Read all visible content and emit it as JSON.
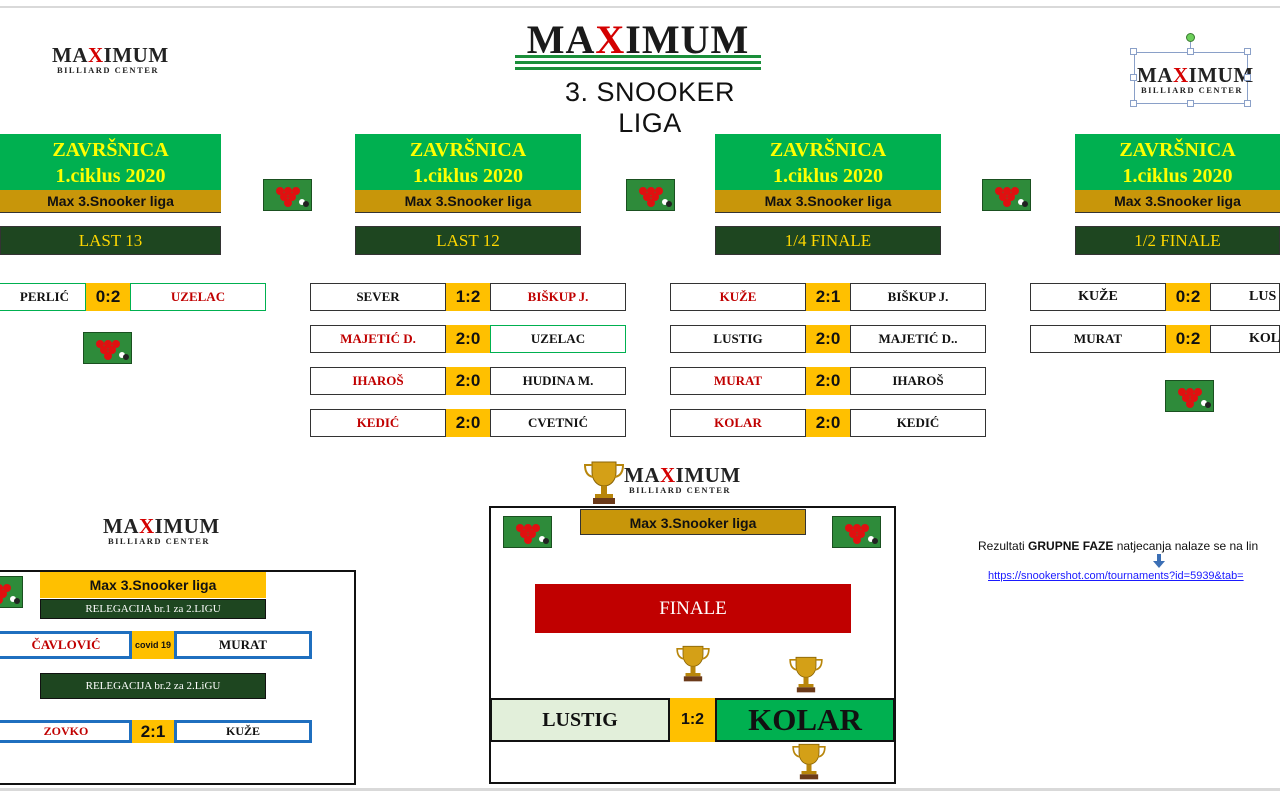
{
  "logo": {
    "brand_pre": "MA",
    "brand_x": "X",
    "brand_post": "IMUM",
    "sub": "BILLIARD CENTER"
  },
  "league_title": "3. SNOOKER LIGA",
  "header": {
    "line1": "ZAVRŠNICA",
    "line2": "1.ciklus 2020",
    "league": "Max 3.Snooker liga"
  },
  "stages": {
    "last13": "LAST 13",
    "last12": "LAST 12",
    "quarter": "1/4 FINALE",
    "semi": "1/2 FINALE",
    "final": "FINALE"
  },
  "last13": [
    {
      "p1": "PERLIĆ",
      "score": "0:2",
      "p2": "UZELAC"
    }
  ],
  "last12": [
    {
      "p1": "SEVER",
      "score": "1:2",
      "p2": "BIŠKUP J."
    },
    {
      "p1": "MAJETIĆ D.",
      "score": "2:0",
      "p2": "UZELAC"
    },
    {
      "p1": "IHAROŠ",
      "score": "2:0",
      "p2": "HUDINA M."
    },
    {
      "p1": "KEDIĆ",
      "score": "2:0",
      "p2": "CVETNIĆ"
    }
  ],
  "quarter": [
    {
      "p1": "KUŽE",
      "score": "2:1",
      "p2": "BIŠKUP J."
    },
    {
      "p1": "LUSTIG",
      "score": "2:0",
      "p2": "MAJETIĆ D.."
    },
    {
      "p1": "MURAT",
      "score": "2:0",
      "p2": "IHAROŠ"
    },
    {
      "p1": "KOLAR",
      "score": "2:0",
      "p2": "KEDIĆ"
    }
  ],
  "semi": [
    {
      "p1": "KUŽE",
      "score": "0:2",
      "p2": "LUS"
    },
    {
      "p1": "MURAT",
      "score": "0:2",
      "p2": "KOL"
    }
  ],
  "relegation": {
    "league": "Max 3.Snooker liga",
    "r1_label": "RELEGACIJA br.1 za 2.LIGU",
    "r1": {
      "p1": "ČAVLOVIĆ",
      "score": "covid 19",
      "p2": "MURAT"
    },
    "r2_label": "RELEGACIJA br.2 za 2.LiGU",
    "r2": {
      "p1": "ZOVKO",
      "score": "2:1",
      "p2": "KUŽE"
    }
  },
  "final": {
    "league": "Max 3.Snooker liga",
    "p1": "LUSTIG",
    "score": "1:2",
    "p2": "KOLAR"
  },
  "note": {
    "pre": "Rezultati ",
    "bold": "GRUPNE FAZE",
    "post": " natjecanja nalaze se na lin",
    "link": "https://snookershot.com/tournaments?id=5939&tab="
  },
  "colors": {
    "green": "#00b050",
    "gold": "#c8960a",
    "yellow": "#ffc000",
    "dark_green": "#1e4620",
    "red": "#c00000",
    "final_red": "#c00000"
  }
}
